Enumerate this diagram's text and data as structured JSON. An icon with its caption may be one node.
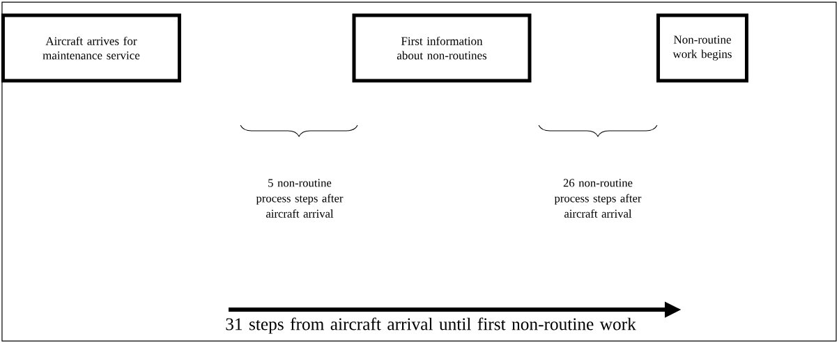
{
  "diagram": {
    "nodes": [
      {
        "text": [
          "Aircraft arrives for maintenance service"
        ]
      },
      {
        "text": [
          "First information about non-routines"
        ]
      },
      {
        "text": [
          "Non-routine work begins"
        ]
      }
    ],
    "labels": [
      "5 non-routine process steps after aircraft arrival",
      "26 non-routine process steps after aircraft arrival",
      "31 steps from aircraft arrival until first non-routine work"
    ]
  }
}
